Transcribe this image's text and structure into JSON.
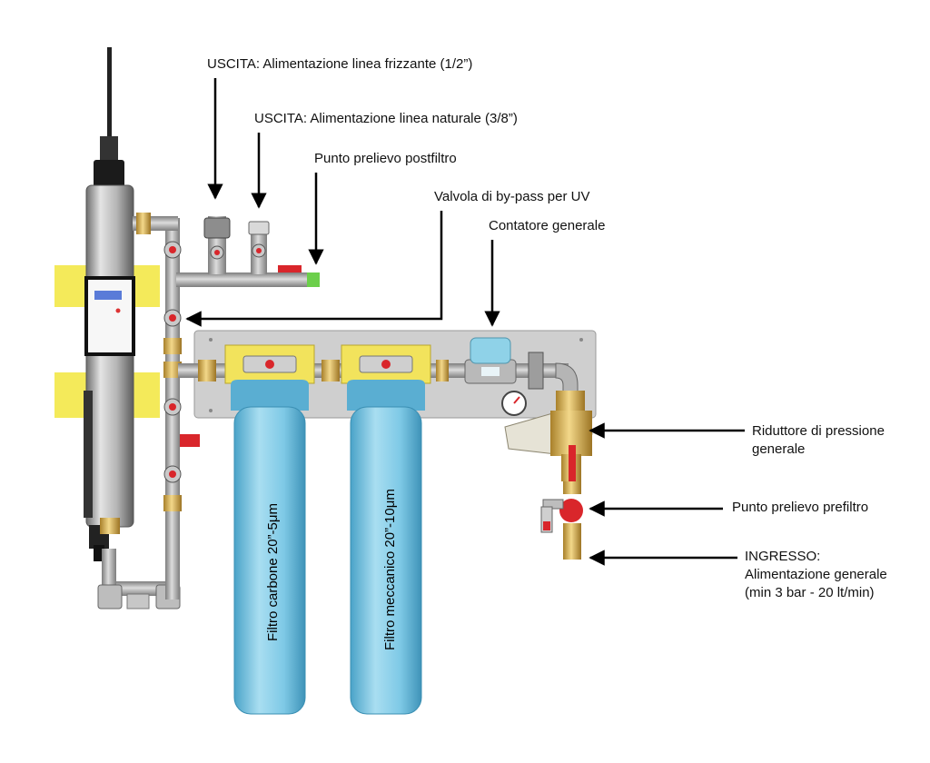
{
  "labels": {
    "uscita_frizzante": "USCITA: Alimentazione linea frizzante (1/2”)",
    "uscita_naturale": "USCITA: Alimentazione linea naturale (3/8”)",
    "punto_postfiltro": "Punto prelievo postfiltro",
    "valvola_bypass": "Valvola di by-pass per UV",
    "contatore": "Contatore generale",
    "riduttore_line1": "Riduttore di pressione",
    "riduttore_line2": "generale",
    "punto_prefiltro": "Punto prelievo prefiltro",
    "ingresso_line1": "INGRESSO:",
    "ingresso_line2": "Alimentazione generale",
    "ingresso_line3": "(min 3 bar - 20 lt/min)"
  },
  "filters": {
    "carbon": "Filtro carbone 20”-5μm",
    "mechanical": "Filtro meccanico 20”-10μm"
  },
  "colors": {
    "housing": "#7ec9e6",
    "housing_dark": "#4aa3c8",
    "cap": "#f2e35c",
    "panel": "#cfcfcf",
    "pipe": "#a8a8a8",
    "valve_red": "#d9262b",
    "brass": "#d8b25a",
    "mount_yellow": "#f4ea5a",
    "postfiltro_green": "#6ccf4b"
  }
}
